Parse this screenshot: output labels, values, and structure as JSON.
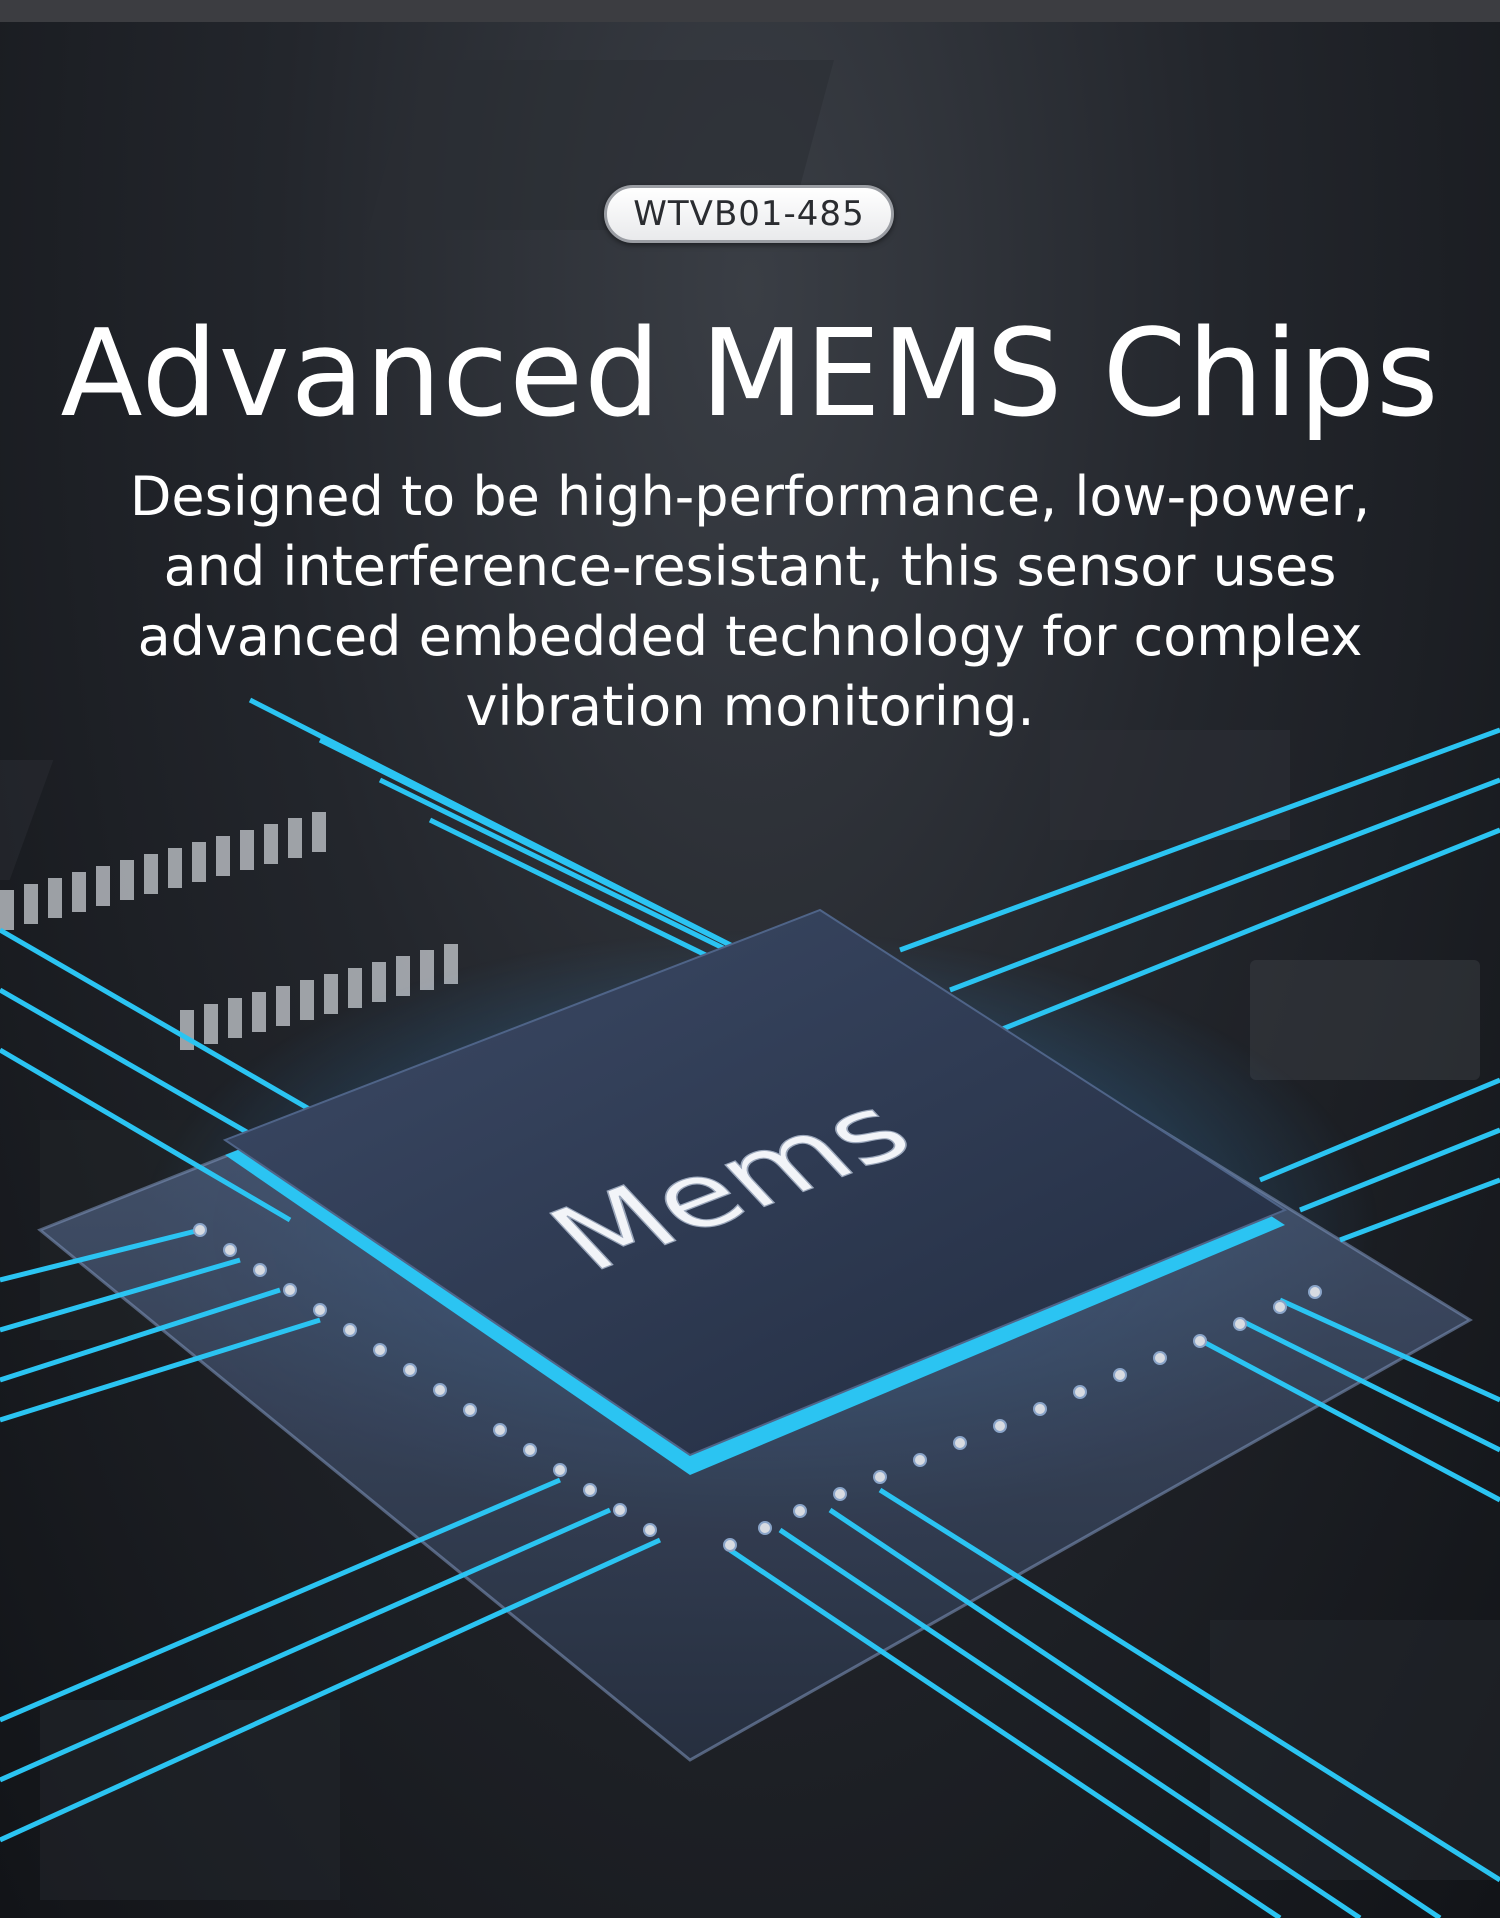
{
  "badge": {
    "label": "WTVB01-485"
  },
  "headline": {
    "title": "Advanced MEMS Chips",
    "description": "Designed to be high-performance, low-power, and interference-resistant, this sensor uses advanced embedded technology for complex vibration monitoring."
  },
  "chip": {
    "label": "Mems"
  },
  "colors": {
    "accent": "#2bc4f2",
    "chip_face": "#2f3d57",
    "background": "#1e2126"
  }
}
